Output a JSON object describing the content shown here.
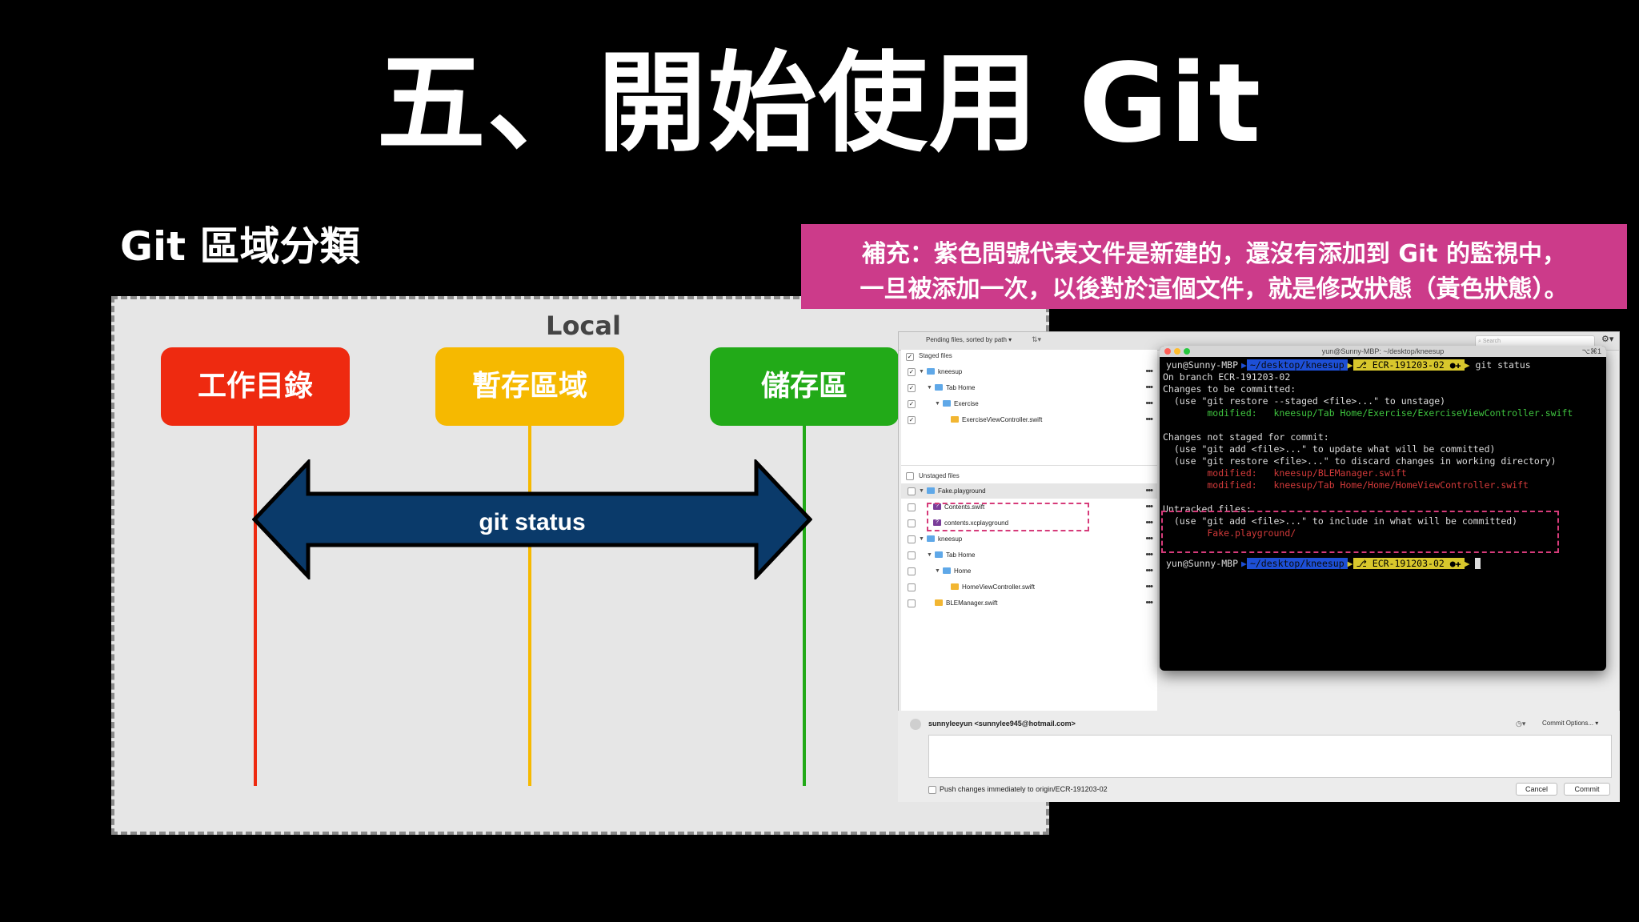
{
  "slide": {
    "title": "五、開始使用 Git",
    "section_title": "Git 區域分類"
  },
  "local_panel": {
    "label": "Local",
    "areas": [
      {
        "label": "工作目錄",
        "color": "#ee2a10"
      },
      {
        "label": "暫存區域",
        "color": "#f6b900"
      },
      {
        "label": "儲存區",
        "color": "#22aa18"
      }
    ],
    "arrow_label": "git status",
    "arrow_color": "#0a3a6a"
  },
  "note": {
    "line1": "補充：紫色問號代表文件是新建的，還沒有添加到 Git 的監視中，",
    "line2": "一旦被添加一次，以後對於這個文件，就是修改狀態（黃色狀態）。",
    "color": "#cc3b8a"
  },
  "git_client": {
    "sort_label": "Pending files, sorted by path",
    "search_placeholder": "Search",
    "staged_header": "Staged files",
    "unstaged_header": "Unstaged files",
    "staged_files": [
      {
        "name": "kneesup",
        "type": "folder",
        "indent": 0,
        "checked": true
      },
      {
        "name": "Tab Home",
        "type": "folder",
        "indent": 1,
        "checked": true
      },
      {
        "name": "Exercise",
        "type": "folder",
        "indent": 2,
        "checked": true
      },
      {
        "name": "ExerciseViewController.swift",
        "type": "modified",
        "indent": 3,
        "checked": true
      }
    ],
    "unstaged_files": [
      {
        "name": "Fake.playground",
        "type": "folder",
        "indent": 0,
        "checked": false
      },
      {
        "name": "Contents.swift",
        "type": "untracked",
        "indent": 1,
        "checked": false
      },
      {
        "name": "contents.xcplayground",
        "type": "untracked",
        "indent": 1,
        "checked": false
      },
      {
        "name": "kneesup",
        "type": "folder",
        "indent": 0,
        "checked": false
      },
      {
        "name": "Tab Home",
        "type": "folder",
        "indent": 1,
        "checked": false
      },
      {
        "name": "Home",
        "type": "folder",
        "indent": 2,
        "checked": false
      },
      {
        "name": "HomeViewController.swift",
        "type": "modified",
        "indent": 3,
        "checked": false
      },
      {
        "name": "BLEManager.swift",
        "type": "modified",
        "indent": 1,
        "checked": false
      }
    ],
    "author": "sunnyleeyun <sunnylee945@hotmail.com>",
    "commit_options": "Commit Options...",
    "push_label": "Push changes immediately to origin/ECR-191203-02",
    "cancel_label": "Cancel",
    "commit_label": "Commit"
  },
  "terminal": {
    "title": "yun@Sunny-MBP: ~/desktop/kneesup",
    "shortcut": "⌥⌘1",
    "prompt_user": "yun@Sunny-MBP",
    "prompt_path": "~/desktop/kneesup",
    "prompt_branch": "ECR-191203-02 ●✚",
    "command": "git status",
    "lines": [
      {
        "text": "On branch ECR-191203-02",
        "color": "#dddddd"
      },
      {
        "text": "Changes to be committed:",
        "color": "#dddddd"
      },
      {
        "text": "  (use \"git restore --staged <file>...\" to unstage)",
        "color": "#dddddd"
      },
      {
        "text": "        modified:   kneesup/Tab Home/Exercise/ExerciseViewController.swift",
        "color": "#3fc43f"
      },
      {
        "text": "",
        "color": "#dddddd"
      },
      {
        "text": "Changes not staged for commit:",
        "color": "#dddddd"
      },
      {
        "text": "  (use \"git add <file>...\" to update what will be committed)",
        "color": "#dddddd"
      },
      {
        "text": "  (use \"git restore <file>...\" to discard changes in working directory)",
        "color": "#dddddd"
      },
      {
        "text": "        modified:   kneesup/BLEManager.swift",
        "color": "#d23a3a"
      },
      {
        "text": "        modified:   kneesup/Tab Home/Home/HomeViewController.swift",
        "color": "#d23a3a"
      },
      {
        "text": "",
        "color": "#dddddd"
      },
      {
        "text": "Untracked files:",
        "color": "#dddddd"
      },
      {
        "text": "  (use \"git add <file>...\" to include in what will be committed)",
        "color": "#dddddd"
      },
      {
        "text": "        Fake.playground/",
        "color": "#d23a3a"
      }
    ]
  }
}
